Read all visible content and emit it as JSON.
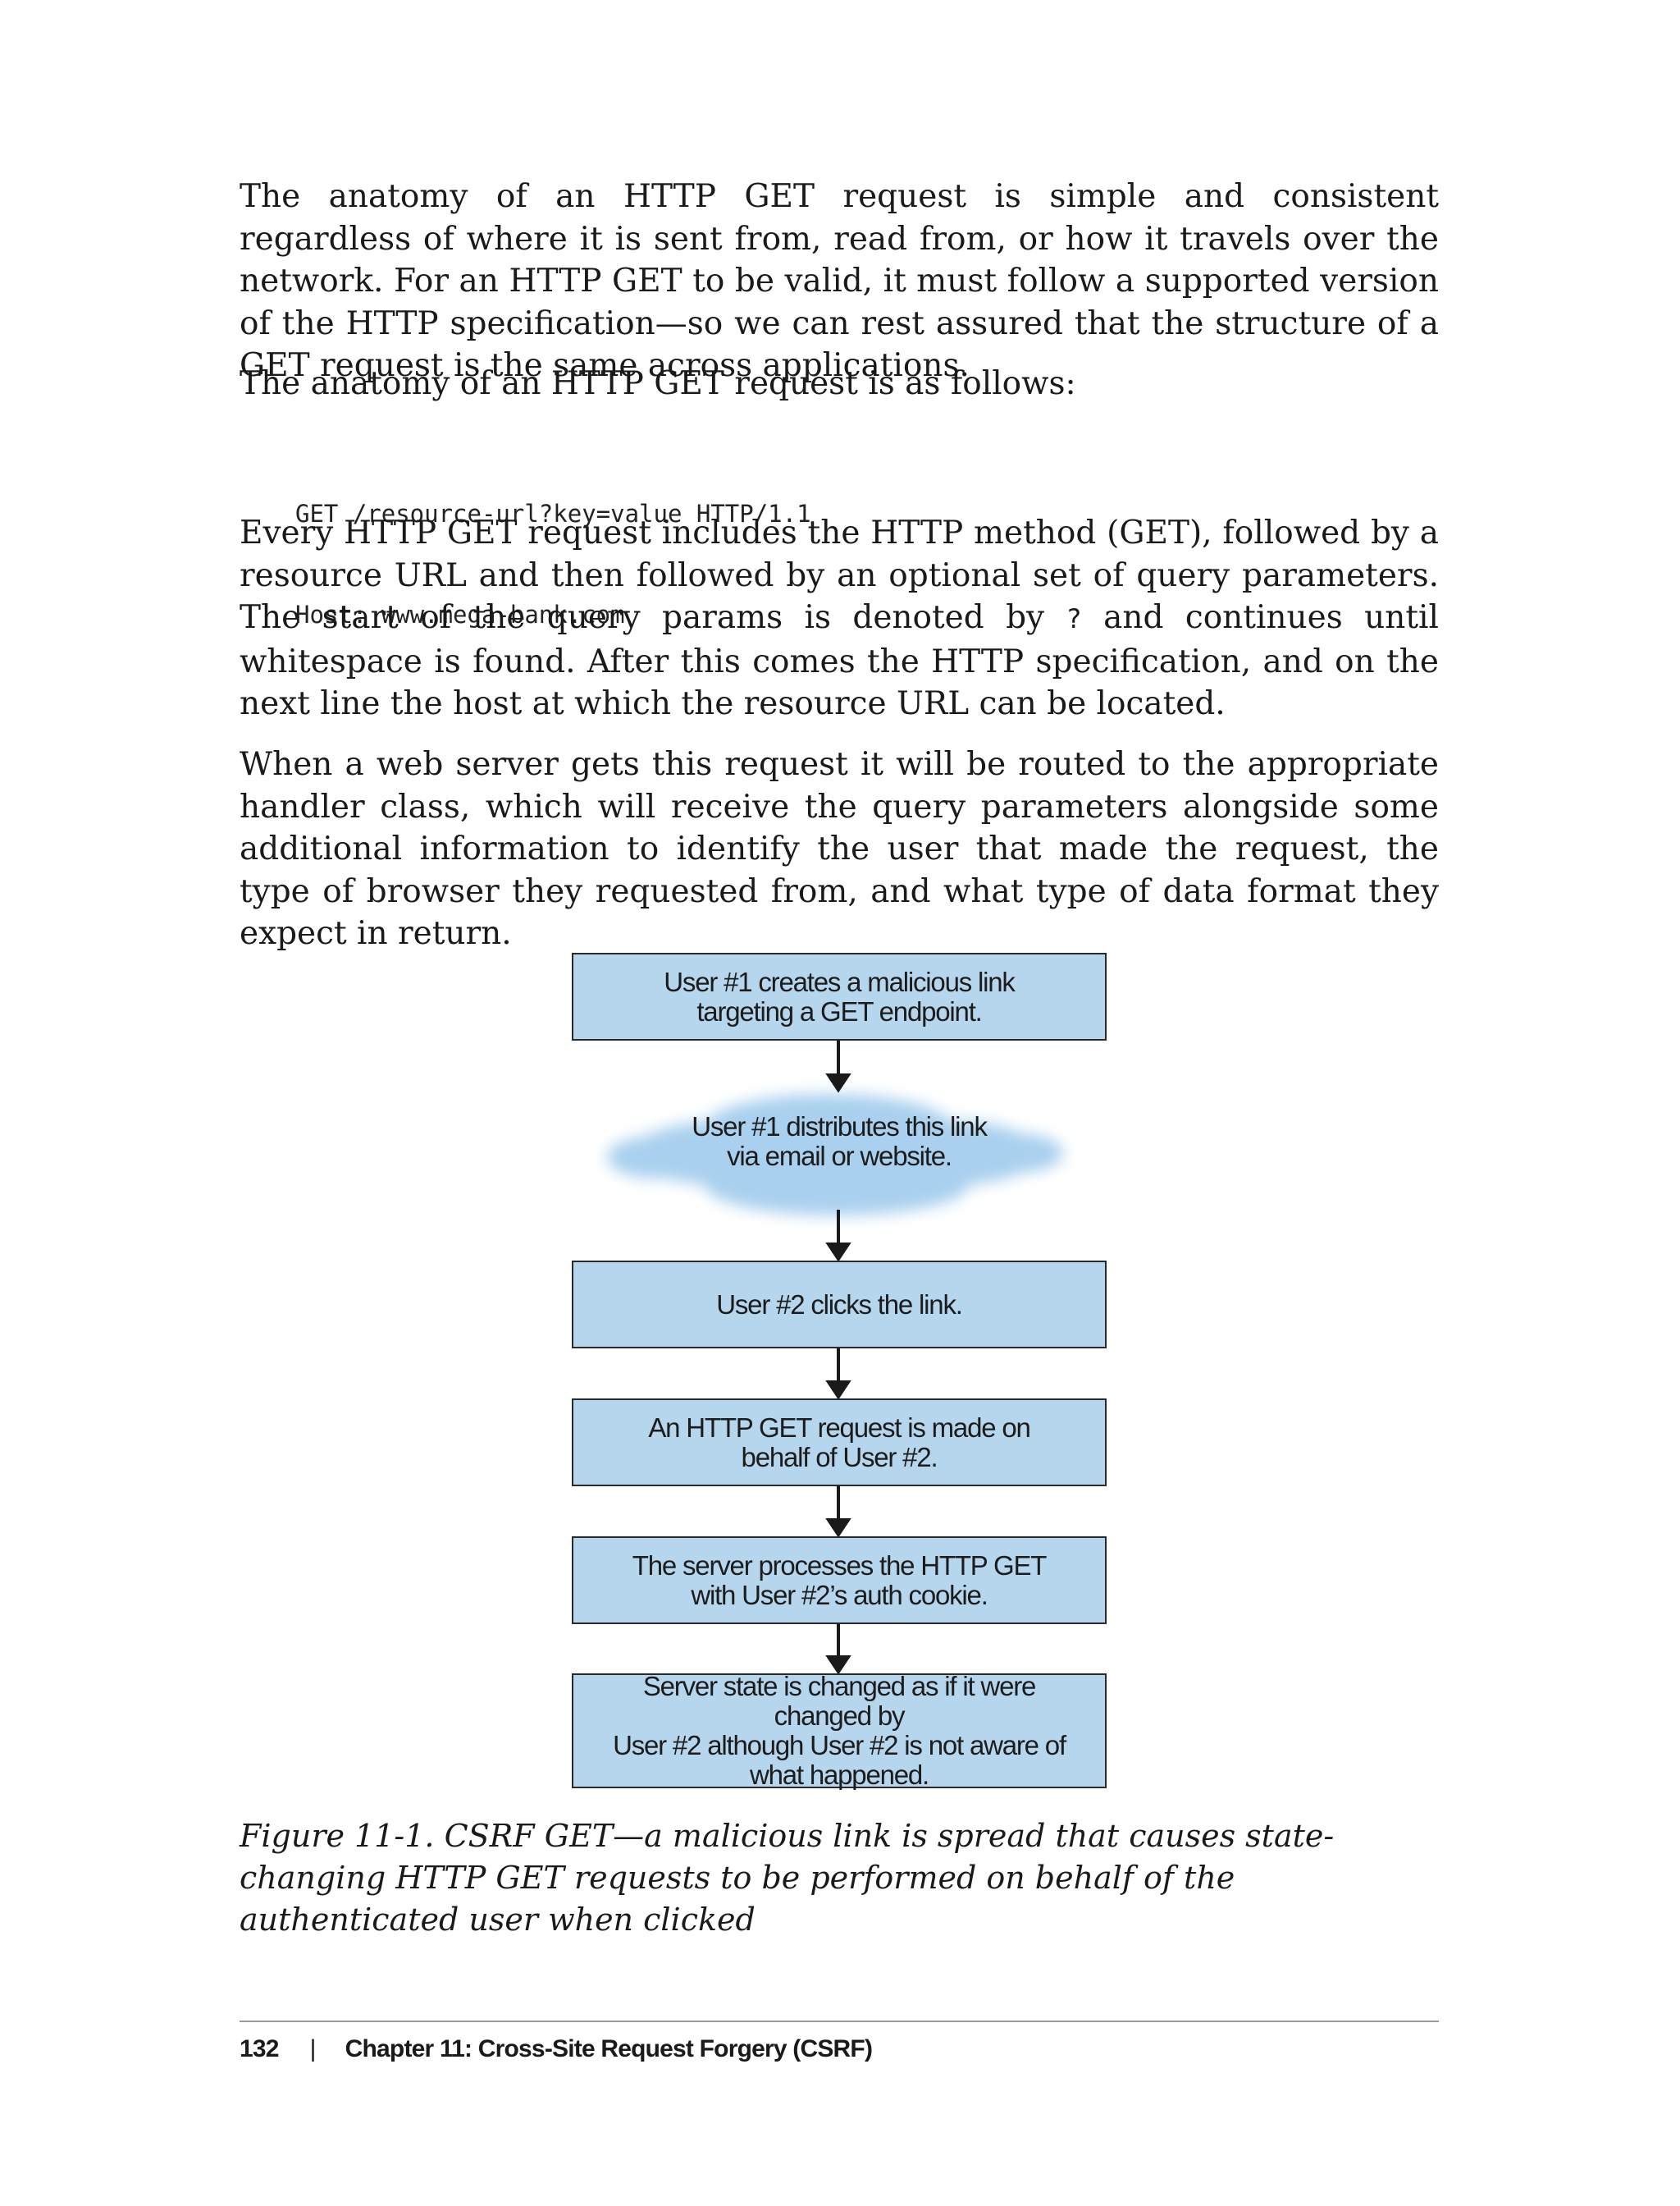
{
  "paragraphs": {
    "p1": "The anatomy of an HTTP GET request is simple and consistent regardless of where it is sent from, read from, or how it travels over the network. For an HTTP GET to be valid, it must follow a supported version of the HTTP specification—so we can rest assured that the structure of a GET request is the same across applications.",
    "p2": "The anatomy of an HTTP GET request is as follows:",
    "p3_before": "Every HTTP GET request includes the HTTP method (GET), followed by a resource URL and then followed by an optional set of query parameters. The start of the query params is denoted by ",
    "p3_code": "?",
    "p3_after": " and continues until whitespace is found. After this comes the HTTP specification, and on the next line the host at which the resource URL can be located.",
    "p4": "When a web server gets this request it will be routed to the appropriate handler class, which will receive the query parameters alongside some additional information to identify the user that made the request, the type of browser they requested from, and what type of data format they expect in return."
  },
  "code_block": {
    "line1": "GET /resource-url?key=value HTTP/1.1",
    "line2": "Host: www.mega-bank.com"
  },
  "flowchart": {
    "step1": {
      "line1": "User #1 creates a malicious link",
      "line2": "targeting a GET endpoint."
    },
    "step2": {
      "line1": "User #1 distributes this link",
      "line2": "via email or website."
    },
    "step3": {
      "line1": "User #2 clicks the link."
    },
    "step4": {
      "line1": "An HTTP GET request is made on",
      "line2": "behalf of User #2."
    },
    "step5": {
      "line1": "The server processes the HTTP GET",
      "line2": "with User #2’s auth cookie."
    },
    "step6": {
      "line1": "Server state is changed as if it were changed by",
      "line2": "User #2 although User #2 is not aware of",
      "line3": "what happened."
    },
    "box_color": "#b5d6ec",
    "cloud_color": "#a9d0ee"
  },
  "caption": "Figure 11-1. CSRF GET—a malicious link is spread that causes state-changing HTTP GET requests to be performed on behalf of the authenticated user when clicked",
  "footer": {
    "page_number": "132",
    "separator": "|",
    "chapter": "Chapter 11: Cross-Site Request Forgery (CSRF)"
  }
}
